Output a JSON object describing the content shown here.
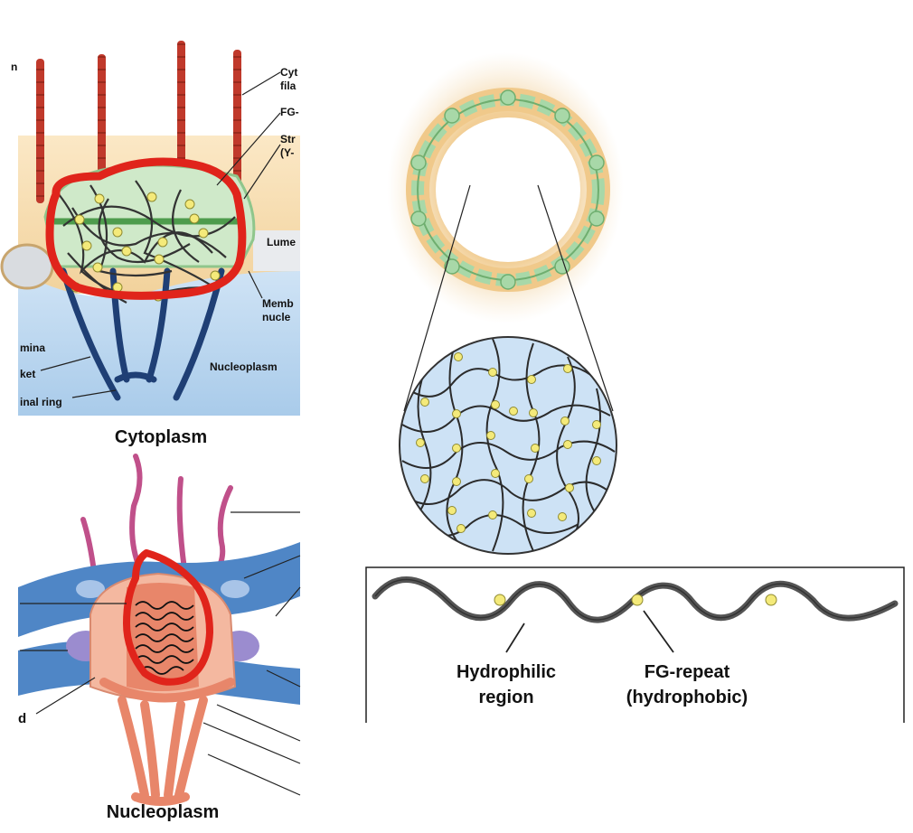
{
  "top_left": {
    "labels": {
      "cyt_fila_1": "Cyt",
      "cyt_fila_2": "fila",
      "fg": "FG-",
      "str_1": "Str",
      "str_2": "(Y-",
      "lume": "Lume",
      "memb_1": "Memb",
      "memb_2": "nucle",
      "n_edge": "n",
      "mina": "mina",
      "ket": "ket",
      "inal_ring": "inal ring",
      "nucleoplasm": "Nucleoplasm"
    },
    "caption": "Cytoplasm"
  },
  "bottom_left": {
    "label_d": "d",
    "caption": "Nucleoplasm"
  },
  "fg_repeat_panel": {
    "hydrophilic_1": "Hydrophilic",
    "hydrophilic_2": "region",
    "fg_1": "FG-repeat",
    "fg_2": "(hydrophobic)"
  },
  "colors": {
    "filament_red": "#c0392b",
    "filament_pink": "#c0508a",
    "annotation_red": "#e0241b",
    "nucleoplasm_blue": "#bcd8ef",
    "envelope_tan": "#f0d6a8",
    "scaffold_green": "#a8d8a8",
    "fg_yellow": "#f4ea7a",
    "strand_dark": "#333333",
    "membrane_blue": "#4f86c6",
    "basket_navy": "#1f3f75",
    "ring_salmon": "#e8866a"
  }
}
